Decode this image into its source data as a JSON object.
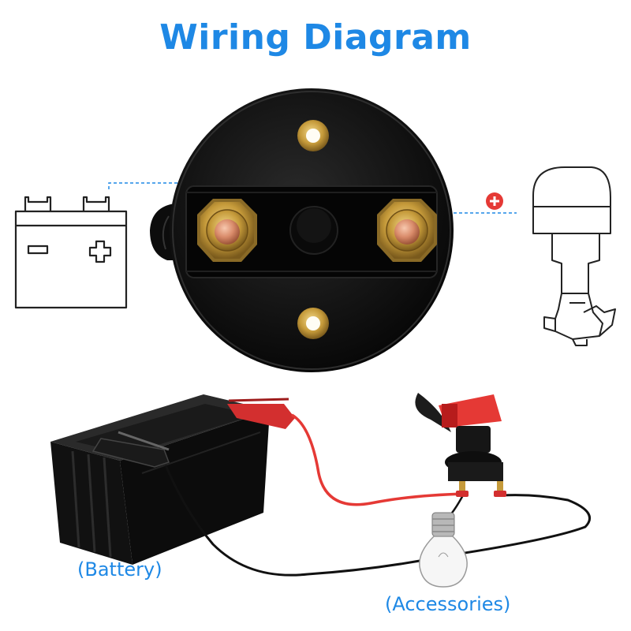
{
  "title": "Wiring Diagram",
  "labels": {
    "battery": "(Battery)",
    "accessories": "(Accessories)"
  },
  "icons": [
    "battery-outline-icon",
    "outboard-motor-icon",
    "plus-badge-icon",
    "light-bulb-icon"
  ],
  "colors": {
    "title": "#1e88e5",
    "dashed_line": "#1e88e5",
    "plus_badge": "#e53935",
    "positive_wire": "#e53935",
    "negative_wire": "#111111",
    "switch_handle": "#e53935"
  }
}
